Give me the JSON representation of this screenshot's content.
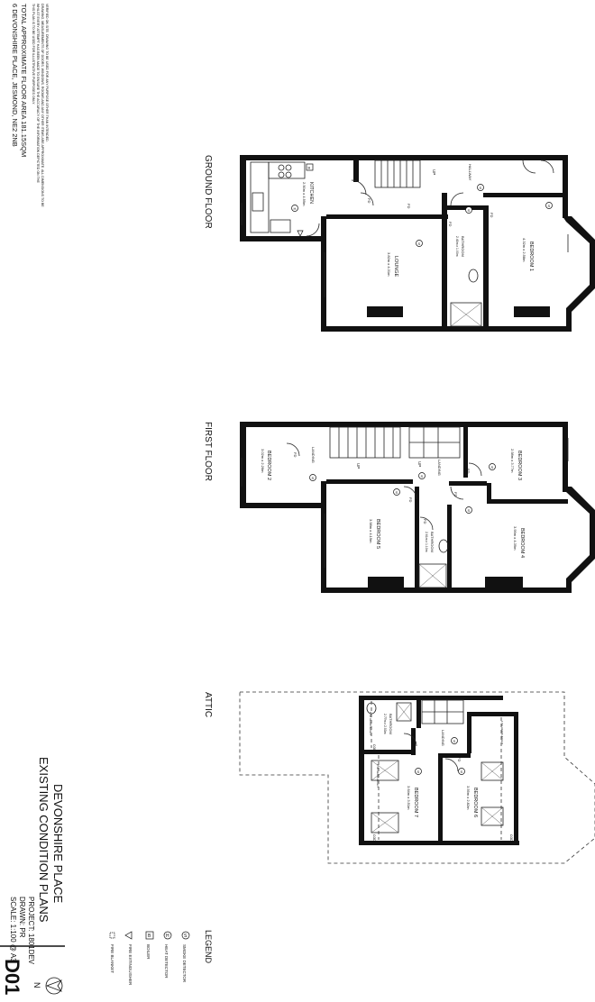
{
  "header": {
    "address": "6 DEVONSHIRE PLACE, JESMOND, NE2 2NB",
    "area": "TOTAL APPROXIMATE FLOOR AREA 181.15SQM",
    "disclaimer": [
      "THIS PLAN IS TO BE USED FOR ILLUSTRATIVE PURPOSES ONLY.",
      "WHILST EVERY ATTEMPT HAS BEEN MADE TO ENSURE THE ACCURACY OF THE INFORMATION DEPICTED ON THE",
      "DRAWING, MEASUREMENTS OF DOORS, WINDOWS, ROOMS AND ANY OTHER ITEMS ARE APPROXIMATE. ALL DIMENSIONS TO BE",
      "VERIFIED ON SITE. DRAWING TO BE USED FOR ANY PURPOSE OTHER THAN INTENDED."
    ]
  },
  "floors": {
    "ground": {
      "title": "GROUND FLOOR",
      "rooms": [
        {
          "name": "KITCHEN",
          "size": "2.90m x 4.99m"
        },
        {
          "name": "LOUNGE",
          "size": "3.82m x 4.31m"
        },
        {
          "name": "BEDROOM 1",
          "size": "4.32m x 2.58m"
        },
        {
          "name": "BATHROOM",
          "size": "2.40m x 1.00m"
        },
        {
          "name": "HALLWAY",
          "size": ""
        }
      ],
      "labels": {
        "up": "UP",
        "fd": "FD",
        "s": "S",
        "h": "H",
        "b": "B"
      }
    },
    "first": {
      "title": "FIRST FLOOR",
      "rooms": [
        {
          "name": "BEDROOM 2",
          "size": "3.02m x 2.26m"
        },
        {
          "name": "BEDROOM 3",
          "size": "2.98m x 3.77m"
        },
        {
          "name": "BEDROOM 4",
          "size": "3.99m x 4.39m"
        },
        {
          "name": "BEDROOM 5",
          "size": "3.98m x 4.19m"
        },
        {
          "name": "BATHROOM",
          "size": "2.61m x 1.10m"
        },
        {
          "name": "LANDING",
          "size": ""
        },
        {
          "name": "LANDING",
          "size": ""
        }
      ],
      "labels": {
        "up": "UP",
        "fd": "FD",
        "s": "S"
      }
    },
    "attic": {
      "title": "ATTIC",
      "rooms": [
        {
          "name": "BATHROOM",
          "size": "2.77m x 2.53m"
        },
        {
          "name": "BEDROOM 7",
          "size": "3.64m x 3.51m"
        },
        {
          "name": "BEDROOM 6",
          "size": "3.59m x 2.82m"
        },
        {
          "name": "LANDING",
          "size": ""
        }
      ],
      "labels": {
        "fd": "FD",
        "s": "S",
        "h1": "1.5m HEAD HEIGHT",
        "h2": "1.5m HEAD HEIGHT",
        "h3": "1.5m HEAD HEIGHT",
        "cod": "COD"
      }
    }
  },
  "legend": {
    "title": "LEGEND",
    "items": [
      {
        "symbol": "S",
        "label": "SMOKE DETECTOR"
      },
      {
        "symbol": "H",
        "label": "HEAT DETECTOR"
      },
      {
        "symbol": "B",
        "label": "BOILER"
      },
      {
        "symbol": "",
        "label": "FIRE EXTINGUISHER"
      },
      {
        "symbol": "",
        "label": "FIRE BLANKET"
      }
    ]
  },
  "title_block": {
    "line1": "DEVONSHIRE PLACE",
    "line2": "EXISTING CONDITION PLANS",
    "project": "PROJECT: 1801DEV",
    "drawn": "DRAWN: PR",
    "scale": "SCALE: 1:100 @ A3",
    "number": "D01",
    "north": "N"
  }
}
